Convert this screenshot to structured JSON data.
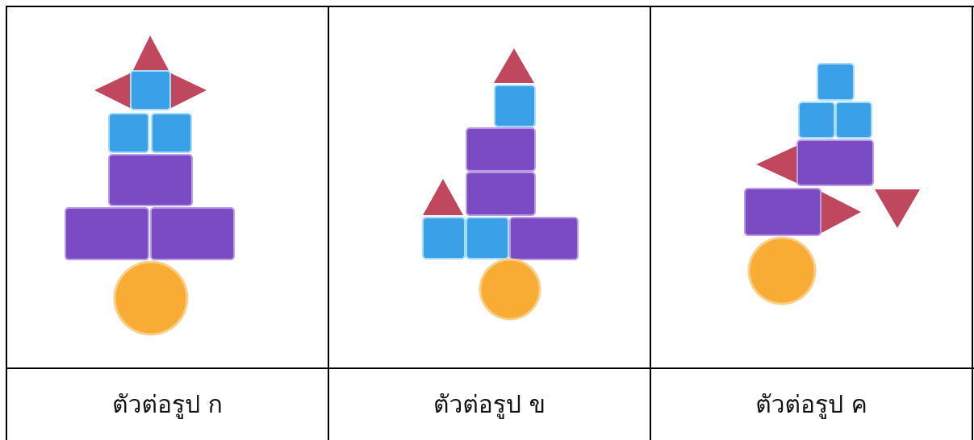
{
  "captions": [
    "ตัวต่อรูป ก",
    "ตัวต่อรูป ข",
    "ตัวต่อรูป ค"
  ],
  "colors": {
    "triangle": "#c0485e",
    "square": "#3aa1e8",
    "rectangle": "#7a4bc2",
    "circle": "#f8ac34",
    "border": "#000000"
  }
}
